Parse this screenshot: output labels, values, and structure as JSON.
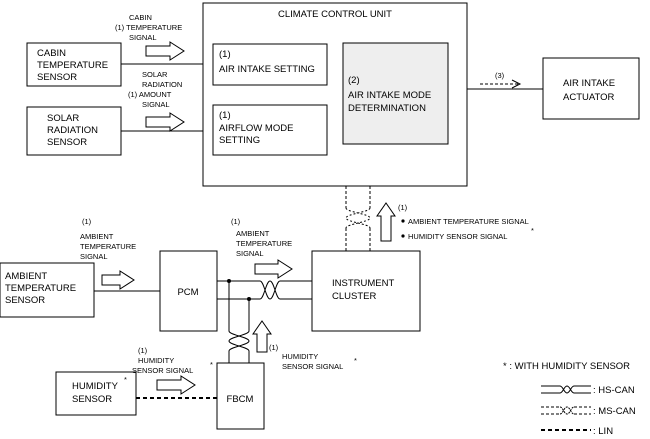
{
  "blocks": {
    "ccu": "CLIMATE CONTROL UNIT",
    "cabin_sensor": [
      "CABIN",
      "TEMPERATURE",
      "SENSOR"
    ],
    "solar_sensor": [
      "SOLAR",
      "RADIATION",
      "SENSOR"
    ],
    "air_intake_setting": [
      "(1)",
      "AIR INTAKE SETTING"
    ],
    "airflow_mode_setting": [
      "(1)",
      "AIRFLOW MODE",
      "SETTING"
    ],
    "air_intake_mode_determination": [
      "(2)",
      "AIR INTAKE MODE",
      "DETERMINATION"
    ],
    "air_intake_actuator": [
      "AIR INTAKE",
      "ACTUATOR"
    ],
    "ambient_sensor": [
      "AMBIENT",
      "TEMPERATURE",
      "SENSOR"
    ],
    "pcm": "PCM",
    "instrument_cluster": [
      "INSTRUMENT",
      "CLUSTER"
    ],
    "humidity_sensor": [
      "HUMIDITY",
      "SENSOR"
    ],
    "humidity_sensor_star": "*",
    "fbcm": "FBCM"
  },
  "signals": {
    "cabin_temp": [
      "CABIN",
      "(1) TEMPERATURE",
      "SIGNAL"
    ],
    "solar_amount": [
      "SOLAR",
      "RADIATION",
      "(1) AMOUNT",
      "SIGNAL"
    ],
    "actuator_signal": "(3)",
    "ambient_to_pcm": [
      "(1)",
      "AMBIENT",
      "TEMPERATURE",
      "SIGNAL"
    ],
    "ambient_to_cluster": [
      "(1)",
      "AMBIENT",
      "TEMPERATURE",
      "SIGNAL"
    ],
    "cluster_to_ccu_num": "(1)",
    "cluster_to_ccu_items": [
      "AMBIENT TEMPERATURE SIGNAL",
      "HUMIDITY SENSOR SIGNAL"
    ],
    "cluster_to_ccu_star": "*",
    "humidity_to_fbcm": [
      "(1)",
      "HUMIDITY",
      "SENSOR SIGNAL"
    ],
    "humidity_to_fbcm_star": "*",
    "fbcm_to_cluster": [
      "(1)",
      "HUMIDITY",
      "SENSOR SIGNAL"
    ],
    "fbcm_to_cluster_star": "*"
  },
  "legend": {
    "footnote": "* : WITH HUMIDITY SENSOR",
    "hs_can": ": HS-CAN",
    "ms_can": ": MS-CAN",
    "lin": ": LIN"
  }
}
